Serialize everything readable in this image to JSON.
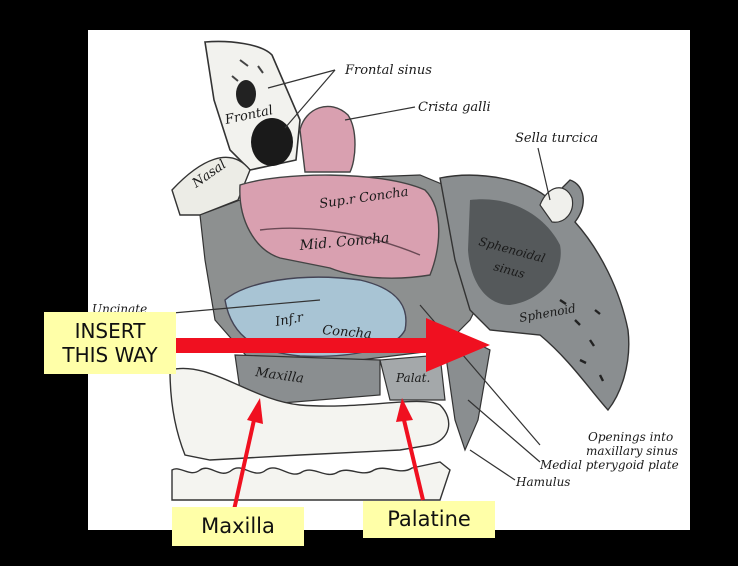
{
  "figure_labels": {
    "frontal_sinus": "Frontal sinus",
    "crista_galli": "Crista galli",
    "sella_turcica": "Sella turcica",
    "frontal": "Frontal",
    "nasal": "Nasal",
    "sup_concha": "Sup.r Concha",
    "mid_concha": "Mid. Concha",
    "sphenoidal_sinus_1": "Sphenoidal",
    "sphenoidal_sinus_2": "sinus",
    "sphenoid": "Sphenoid",
    "uncinate": "Uncinate",
    "inf_concha_1": "Inf.r",
    "inf_concha_2": "Concha",
    "maxilla_bone": "Maxilla",
    "palat_bone": "Palat.",
    "openings_1": "Openings into",
    "openings_2": "maxillary sinus",
    "medial_pterygoid": "Medial pterygoid plate",
    "hamulus": "Hamulus"
  },
  "annotations": {
    "insert_line1": "INSERT",
    "insert_line2": "THIS WAY",
    "maxilla": "Maxilla",
    "palatine": "Palatine"
  },
  "colors": {
    "arrow": "#f01020",
    "callout_bg": "#ffffa8",
    "concha_pink": "#d9a0b0",
    "concha_blue": "#a8c4d4"
  }
}
